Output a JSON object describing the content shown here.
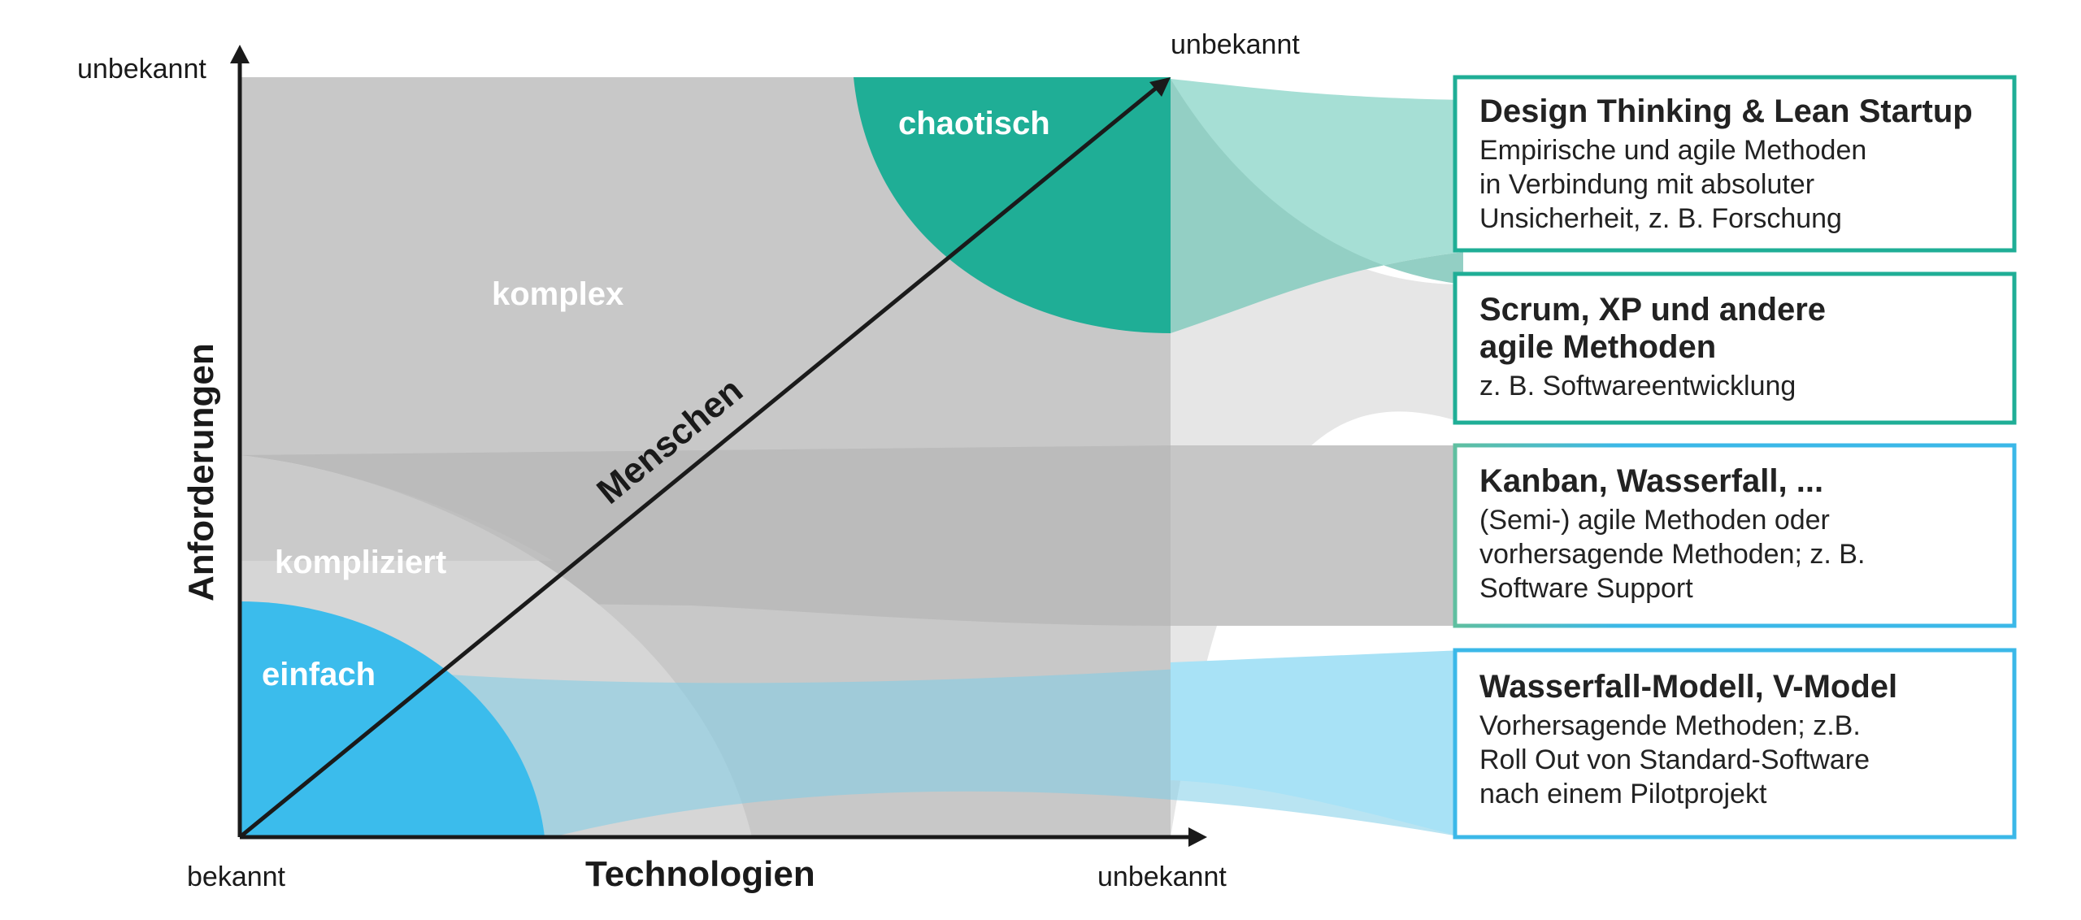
{
  "axes": {
    "y_label": "Anforderungen",
    "x_label": "Technologien",
    "diagonal_label": "Menschen",
    "y_top": "unbekannt",
    "origin": "bekannt",
    "x_right": "unbekannt",
    "diagonal_end": "unbekannt"
  },
  "zones": {
    "chaotic": "chaotisch",
    "complex": "komplex",
    "complicated": "kompliziert",
    "simple": "einfach"
  },
  "boxes": [
    {
      "title": [
        "Design Thinking & Lean Startup"
      ],
      "body": [
        "Empirische und agile Methoden",
        "in Verbindung mit absoluter",
        "Unsicherheit, z. B. Forschung"
      ],
      "border_color": "#1fae96"
    },
    {
      "title": [
        "Scrum, XP und andere",
        "agile Methoden"
      ],
      "body": [
        "z. B. Softwareentwicklung"
      ],
      "border_color": "#1fae96"
    },
    {
      "title": [
        "Kanban, Wasserfall, ..."
      ],
      "body": [
        "(Semi-) agile Methoden oder",
        "vorhersagende Methoden; z. B.",
        "Software Support"
      ],
      "border_color": "#3bb8e8"
    },
    {
      "title": [
        "Wasserfall-Modell, V-Model"
      ],
      "body": [
        "Vorhersagende Methoden; z.B.",
        "Roll Out von Standard-Software",
        "nach einem Pilotprojekt"
      ],
      "border_color": "#3bb8e8"
    }
  ],
  "colors": {
    "teal": "#1fae96",
    "blue": "#3bbcec",
    "gray": "#c8c8c8",
    "axis": "#1a1a1a"
  }
}
